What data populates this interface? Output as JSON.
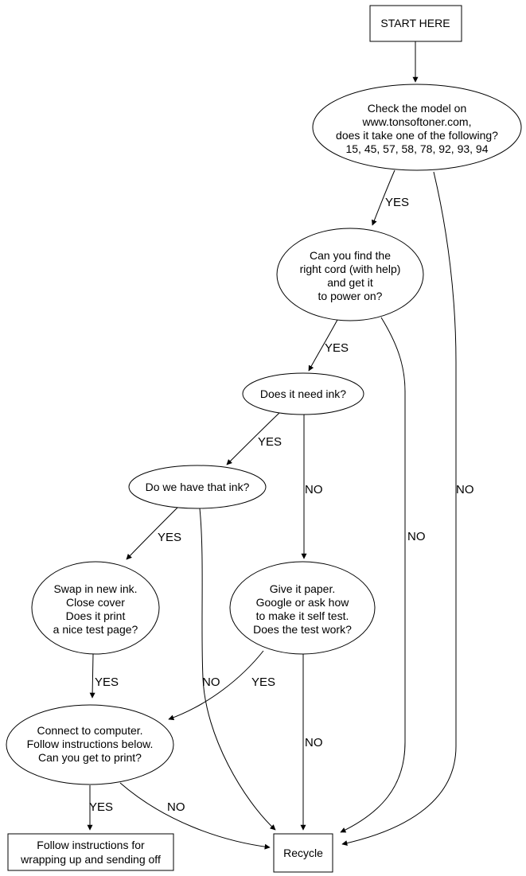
{
  "diagram_type": "flowchart",
  "nodes": {
    "start": {
      "shape": "box",
      "label": "START HERE"
    },
    "check_model": {
      "shape": "ellipse",
      "lines": [
        "Check the model on",
        "www.tonsoftoner.com,",
        "does it take one of the following?",
        "15, 45, 57, 58, 78, 92, 93, 94"
      ]
    },
    "find_cord": {
      "shape": "ellipse",
      "lines": [
        "Can you find the",
        "right cord (with help)",
        "and get it",
        "to power on?"
      ]
    },
    "need_ink": {
      "shape": "ellipse",
      "lines": [
        "Does it need ink?"
      ]
    },
    "have_ink": {
      "shape": "ellipse",
      "lines": [
        "Do we have that ink?"
      ]
    },
    "swap_ink": {
      "shape": "ellipse",
      "lines": [
        "Swap in new ink.",
        "Close cover",
        "Does it print",
        "a nice test page?"
      ]
    },
    "self_test": {
      "shape": "ellipse",
      "lines": [
        "Give it paper.",
        "Google or ask how",
        "to make it self test.",
        "Does the test work?"
      ]
    },
    "connect": {
      "shape": "ellipse",
      "lines": [
        "Connect to computer.",
        "Follow instructions below.",
        "Can you get to print?"
      ]
    },
    "wrap_up": {
      "shape": "box",
      "lines": [
        "Follow instructions for",
        "wrapping up and sending off"
      ]
    },
    "recycle": {
      "shape": "box",
      "label": "Recycle"
    }
  },
  "edges": [
    {
      "from": "start",
      "to": "check_model",
      "label": ""
    },
    {
      "from": "check_model",
      "to": "find_cord",
      "label": "YES"
    },
    {
      "from": "check_model",
      "to": "recycle",
      "label": "NO"
    },
    {
      "from": "find_cord",
      "to": "need_ink",
      "label": "YES"
    },
    {
      "from": "find_cord",
      "to": "recycle",
      "label": "NO"
    },
    {
      "from": "need_ink",
      "to": "have_ink",
      "label": "YES"
    },
    {
      "from": "need_ink",
      "to": "self_test",
      "label": "NO"
    },
    {
      "from": "have_ink",
      "to": "swap_ink",
      "label": "YES"
    },
    {
      "from": "have_ink",
      "to": "recycle",
      "label": "NO"
    },
    {
      "from": "swap_ink",
      "to": "connect",
      "label": "YES"
    },
    {
      "from": "self_test",
      "to": "connect",
      "label": "YES"
    },
    {
      "from": "self_test",
      "to": "recycle",
      "label": "NO"
    },
    {
      "from": "connect",
      "to": "wrap_up",
      "label": "YES"
    },
    {
      "from": "connect",
      "to": "recycle",
      "label": "NO"
    }
  ],
  "colors": {
    "background": "#ffffff",
    "stroke": "#000000",
    "text": "#000000"
  }
}
